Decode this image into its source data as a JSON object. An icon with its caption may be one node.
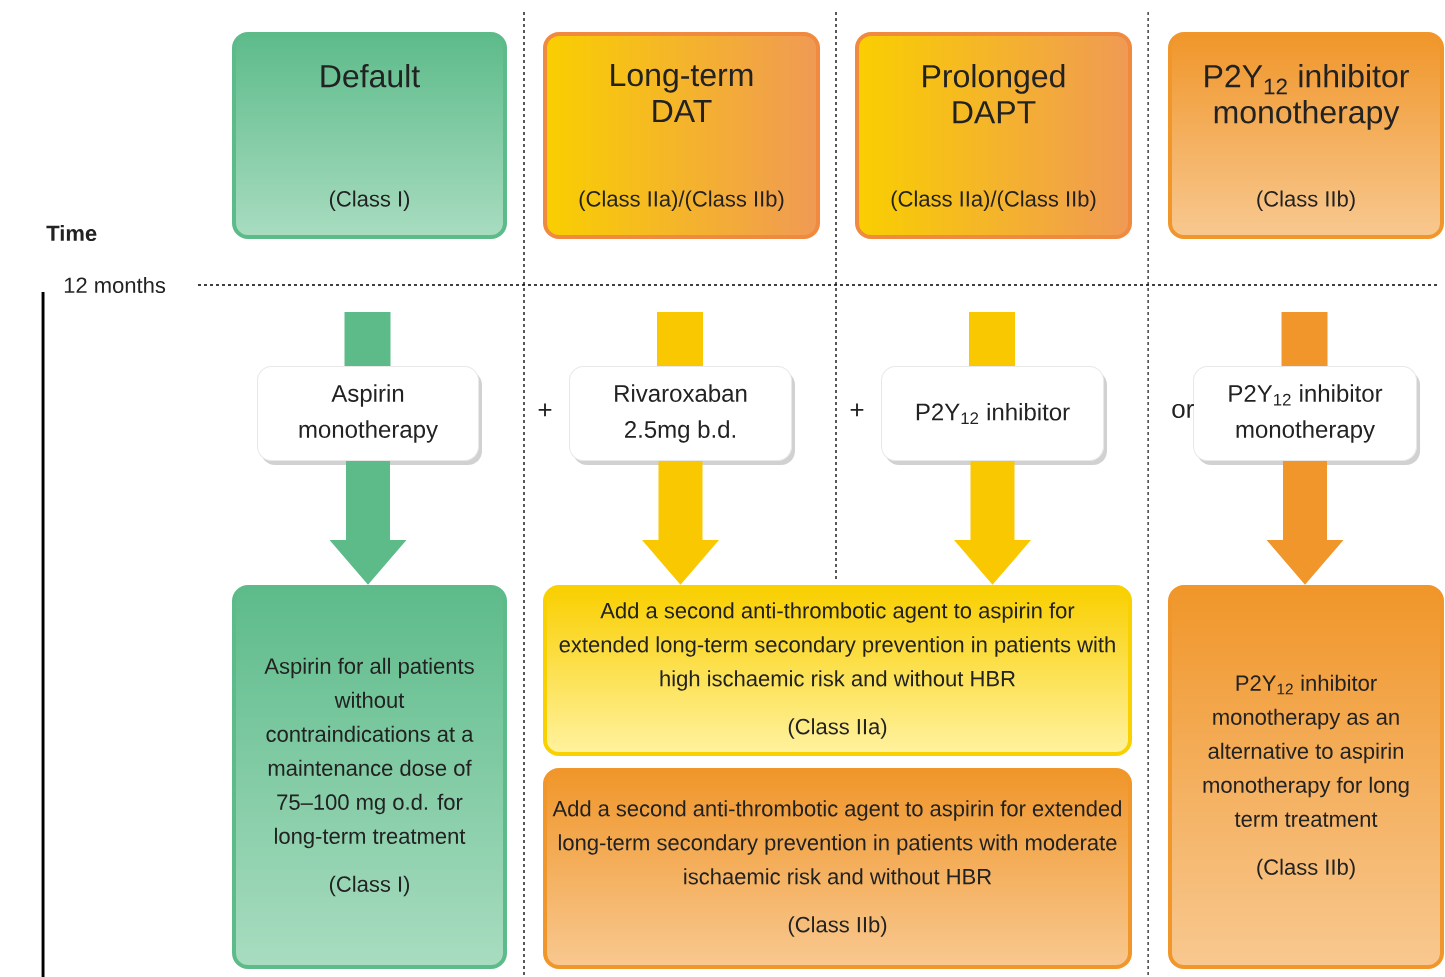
{
  "diagram": {
    "nodes": [
      {
        "text": [
          "Default",
          "(Class I)"
        ]
      },
      {
        "text": [
          "Long-term DAT",
          "(Class IIa)/(Class IIb)"
        ]
      },
      {
        "text": [
          "Prolonged DAPT",
          "(Class IIa)/(Class IIb)"
        ]
      },
      {
        "text": [
          "P2Y$_{12}$ inhibitor monotherapy",
          "(Class IIb)"
        ]
      },
      {
        "text": [
          "Aspirin monotherapy"
        ]
      },
      {
        "text": [
          "Rivaroxaban 2.5mg b.d."
        ]
      },
      {
        "text": [
          "P2Y$_{12}$ inhibitor"
        ]
      },
      {
        "text": [
          "P2Y$_{12}$ inhibitor monotherapy"
        ]
      },
      {
        "text": [
          "Aspirin for all patients without contraindications at a maintenance dose of 75–100 mg o.d. for long-term treatment",
          "(Class I)"
        ]
      },
      {
        "text": [
          "Add a second anti-thrombotic agent to aspirin for extended long-term secondary prevention in patients with high ischaemic risk and without HBR",
          "(Class IIa)"
        ]
      },
      {
        "text": [
          "Add a second anti-thrombotic agent to aspirin for extended long-term secondary prevention in patients with moderate ischaemic risk and without HBR",
          "(Class IIb)"
        ]
      },
      {
        "text": [
          "P2Y$_{12}$ inhibitor monotherapy as an alternative to aspirin monotherapy for long term treatment",
          "(Class IIb)"
        ]
      }
    ],
    "edges": [
      {
        "from": 4,
        "to": 8,
        "arrow": "to",
        "color": "#5dbb8a"
      },
      {
        "from": 5,
        "to": 9,
        "arrow": "to",
        "color": "#f9c800"
      },
      {
        "from": 6,
        "to": 9,
        "arrow": "to",
        "color": "#f9c800"
      },
      {
        "from": 7,
        "to": 11,
        "arrow": "to",
        "color": "#f0962a"
      }
    ],
    "labels": [
      "Time",
      "12 months",
      "+",
      "+",
      "or"
    ]
  }
}
